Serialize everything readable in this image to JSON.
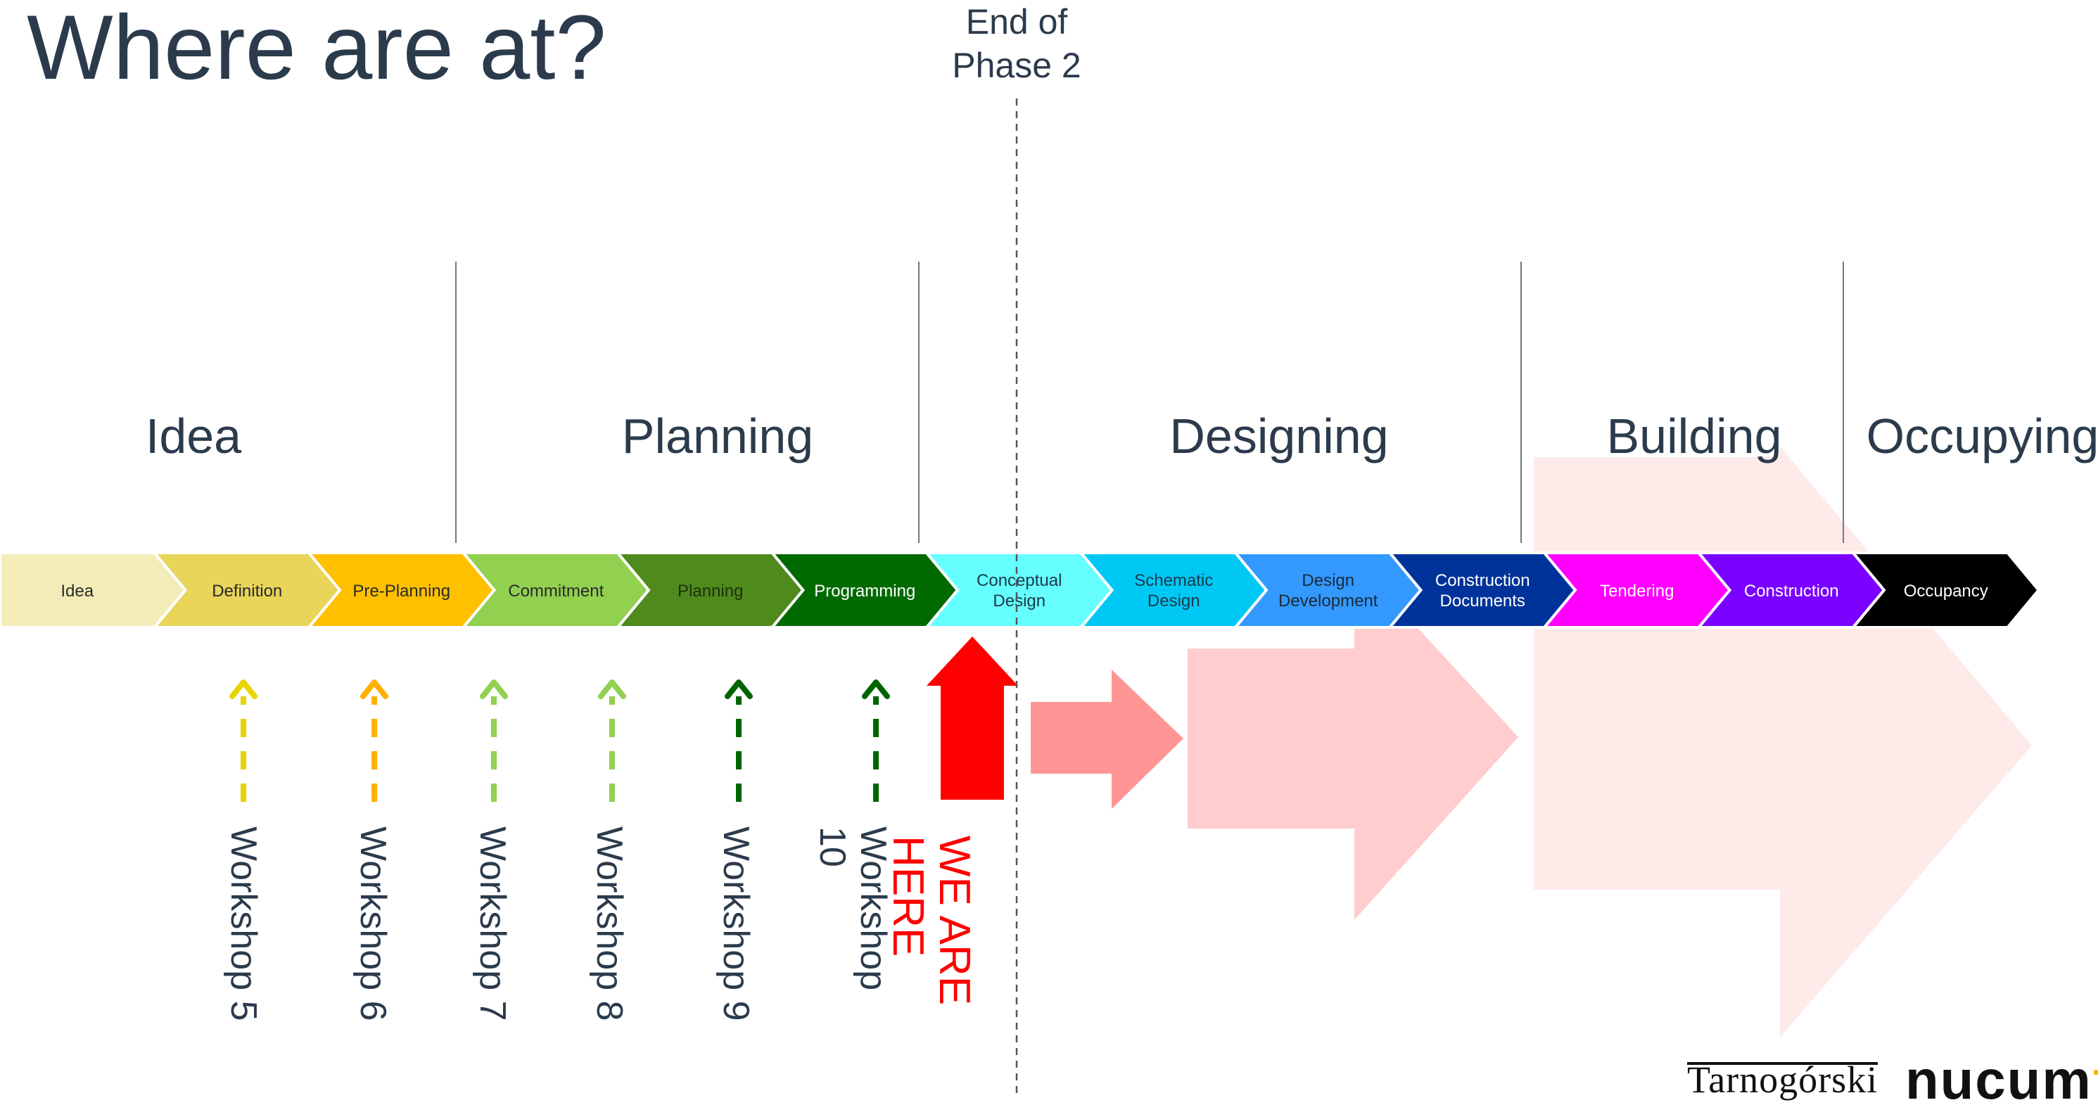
{
  "title": "Where are at?",
  "phase_marker": {
    "label": "End of\nPhase 2"
  },
  "stages": [
    {
      "label": "Idea"
    },
    {
      "label": "Planning"
    },
    {
      "label": "Designing"
    },
    {
      "label": "Building"
    },
    {
      "label": "Occupying"
    }
  ],
  "steps": [
    {
      "label": "Idea",
      "color": "#f3ecb8",
      "text_color": "#2a2a2a"
    },
    {
      "label": "Definition",
      "color": "#e8d55a",
      "text_color": "#2a2a2a"
    },
    {
      "label": "Pre-Planning",
      "color": "#ffc000",
      "text_color": "#2a2a2a"
    },
    {
      "label": "Commitment",
      "color": "#92d050",
      "text_color": "#2a2a2a"
    },
    {
      "label": "Planning",
      "color": "#4e8a1c",
      "text_color": "#1f2f10"
    },
    {
      "label": "Programming",
      "color": "#006a00",
      "text_color": "#ffffff"
    },
    {
      "label": "Conceptual\nDesign",
      "color": "#66ffff",
      "text_color": "#1a3a4a"
    },
    {
      "label": "Schematic\nDesign",
      "color": "#00c8f5",
      "text_color": "#1a3a4a"
    },
    {
      "label": "Design\nDevelopment",
      "color": "#3399ff",
      "text_color": "#1a2a3a"
    },
    {
      "label": "Construction\nDocuments",
      "color": "#003399",
      "text_color": "#ffffff"
    },
    {
      "label": "Tendering",
      "color": "#ff00ff",
      "text_color": "#ffffff"
    },
    {
      "label": "Construction",
      "color": "#7a00ff",
      "text_color": "#ffffff"
    },
    {
      "label": "Occupancy",
      "color": "#000000",
      "text_color": "#ffffff"
    }
  ],
  "workshops": [
    {
      "label": "Workshop 5",
      "color": "#e8d400",
      "icon": "dashed-up-arrow-icon"
    },
    {
      "label": "Workshop 6",
      "color": "#ffb000",
      "icon": "dashed-up-arrow-icon"
    },
    {
      "label": "Workshop 7",
      "color": "#92d050",
      "icon": "dashed-up-arrow-icon"
    },
    {
      "label": "Workshop 8",
      "color": "#92d050",
      "icon": "dashed-up-arrow-icon"
    },
    {
      "label": "Workshop 9",
      "color": "#006400",
      "icon": "dashed-up-arrow-icon"
    },
    {
      "label": "Workshop\n10",
      "color": "#006400",
      "icon": "dashed-up-arrow-icon"
    }
  ],
  "current_marker": {
    "label": "WE ARE\nHERE",
    "color": "#ff0000",
    "icon": "up-arrow-icon"
  },
  "progress_arrows": {
    "icon": "right-arrow-icon",
    "colors": [
      "#ff8a8a",
      "#ffc4c4",
      "#ffe6e6"
    ]
  },
  "logos": {
    "company1": "Tarnogórski",
    "company2": "nucum"
  }
}
